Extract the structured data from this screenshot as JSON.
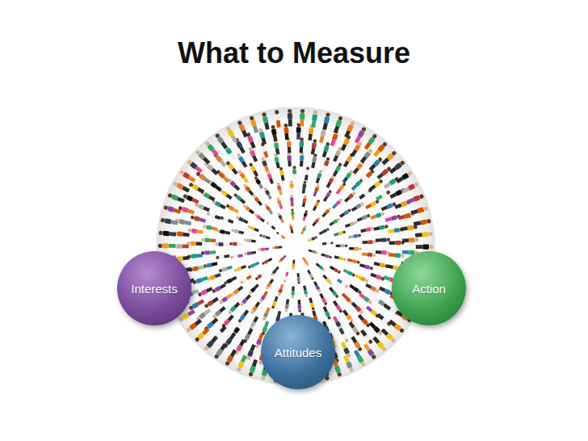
{
  "diagram": {
    "title": "What to Measure",
    "nodes": [
      {
        "text": [
          "Interests"
        ]
      },
      {
        "text": [
          "Attitudes"
        ]
      },
      {
        "text": [
          "Action"
        ]
      }
    ]
  }
}
